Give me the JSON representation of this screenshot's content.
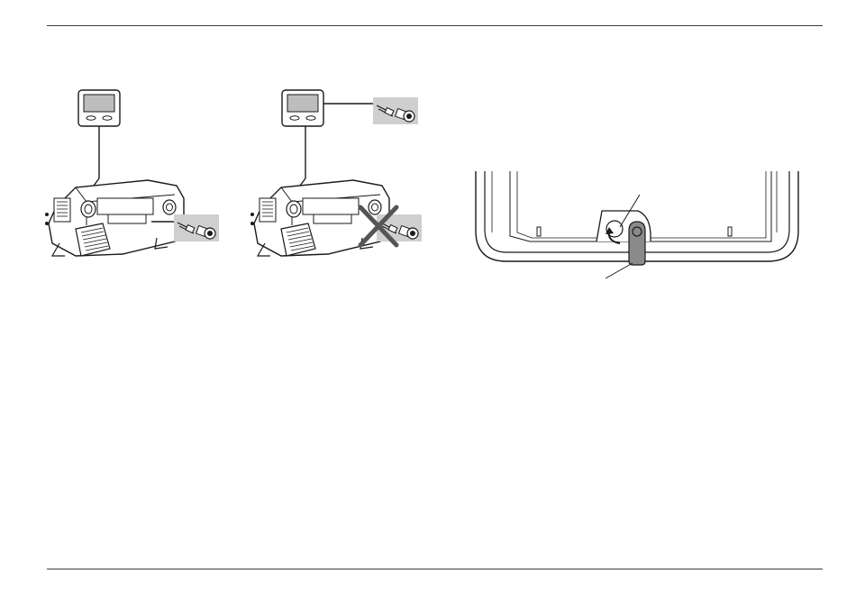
{
  "figures": {
    "left": {
      "connected_devices": [
        "control-panel",
        "heater-unit",
        "switch-connector"
      ]
    },
    "middle": {
      "connected_devices": [
        "control-panel",
        "switch-connector"
      ],
      "disconnected_devices": [
        "switch-connector"
      ]
    },
    "right": {
      "parts": [
        "window-frame",
        "lock-bracket",
        "rotation-arrow",
        "lock-tab"
      ]
    }
  },
  "colors": {
    "line": "#1a1a1a",
    "screen": "#bdbdbd",
    "connector_bg": "#cfcfcf",
    "cross": "#555555",
    "tab": "#8a8a8a"
  }
}
